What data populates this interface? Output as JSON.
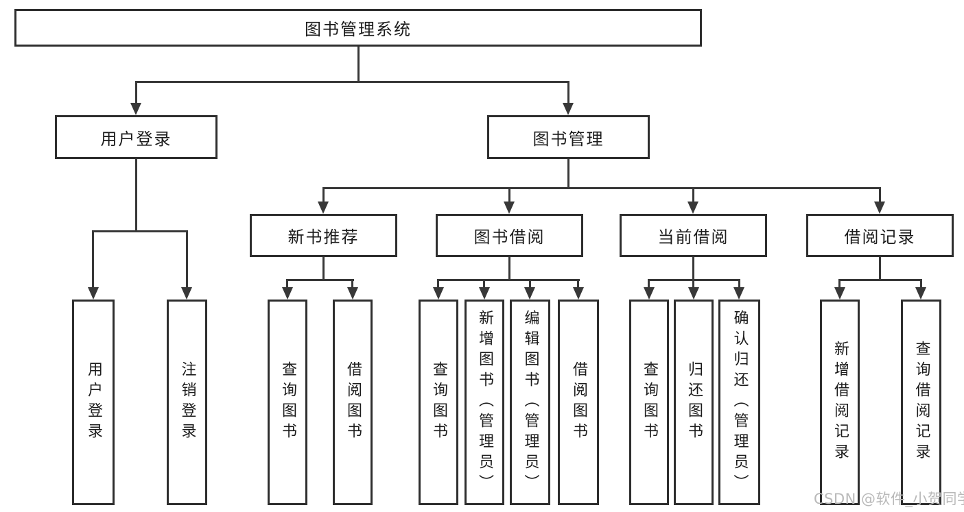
{
  "colors": {
    "line": "#383838",
    "box_border": "#2e2e2e",
    "text": "#1c1c1c",
    "watermark": "#b9b9b9",
    "background": "#ffffff"
  },
  "diagram": {
    "root": {
      "label": "图书管理系统"
    },
    "level2": [
      {
        "label": "用户登录"
      },
      {
        "label": "图书管理"
      }
    ],
    "level3": [
      {
        "label": "新书推荐",
        "parent": "图书管理"
      },
      {
        "label": "图书借阅",
        "parent": "图书管理"
      },
      {
        "label": "当前借阅",
        "parent": "图书管理"
      },
      {
        "label": "借阅记录",
        "parent": "图书管理"
      }
    ],
    "leaves": [
      {
        "label": "用户登录",
        "parent": "用户登录"
      },
      {
        "label": "注销登录",
        "parent": "用户登录"
      },
      {
        "label": "查询图书",
        "parent": "新书推荐"
      },
      {
        "label": "借阅图书",
        "parent": "新书推荐"
      },
      {
        "label": "查询图书",
        "parent": "图书借阅"
      },
      {
        "label": "新增图书（管理员）",
        "parent": "图书借阅"
      },
      {
        "label": "编辑图书（管理员）",
        "parent": "图书借阅"
      },
      {
        "label": "借阅图书",
        "parent": "图书借阅"
      },
      {
        "label": "查询图书",
        "parent": "当前借阅"
      },
      {
        "label": "归还图书",
        "parent": "当前借阅"
      },
      {
        "label": "确认归还（管理员）",
        "parent": "当前借阅"
      },
      {
        "label": "新增借阅记录",
        "parent": "借阅记录"
      },
      {
        "label": "查询借阅记录",
        "parent": "借阅记录"
      }
    ]
  },
  "watermark": {
    "text": "CSDN @软件_小贺同学"
  }
}
